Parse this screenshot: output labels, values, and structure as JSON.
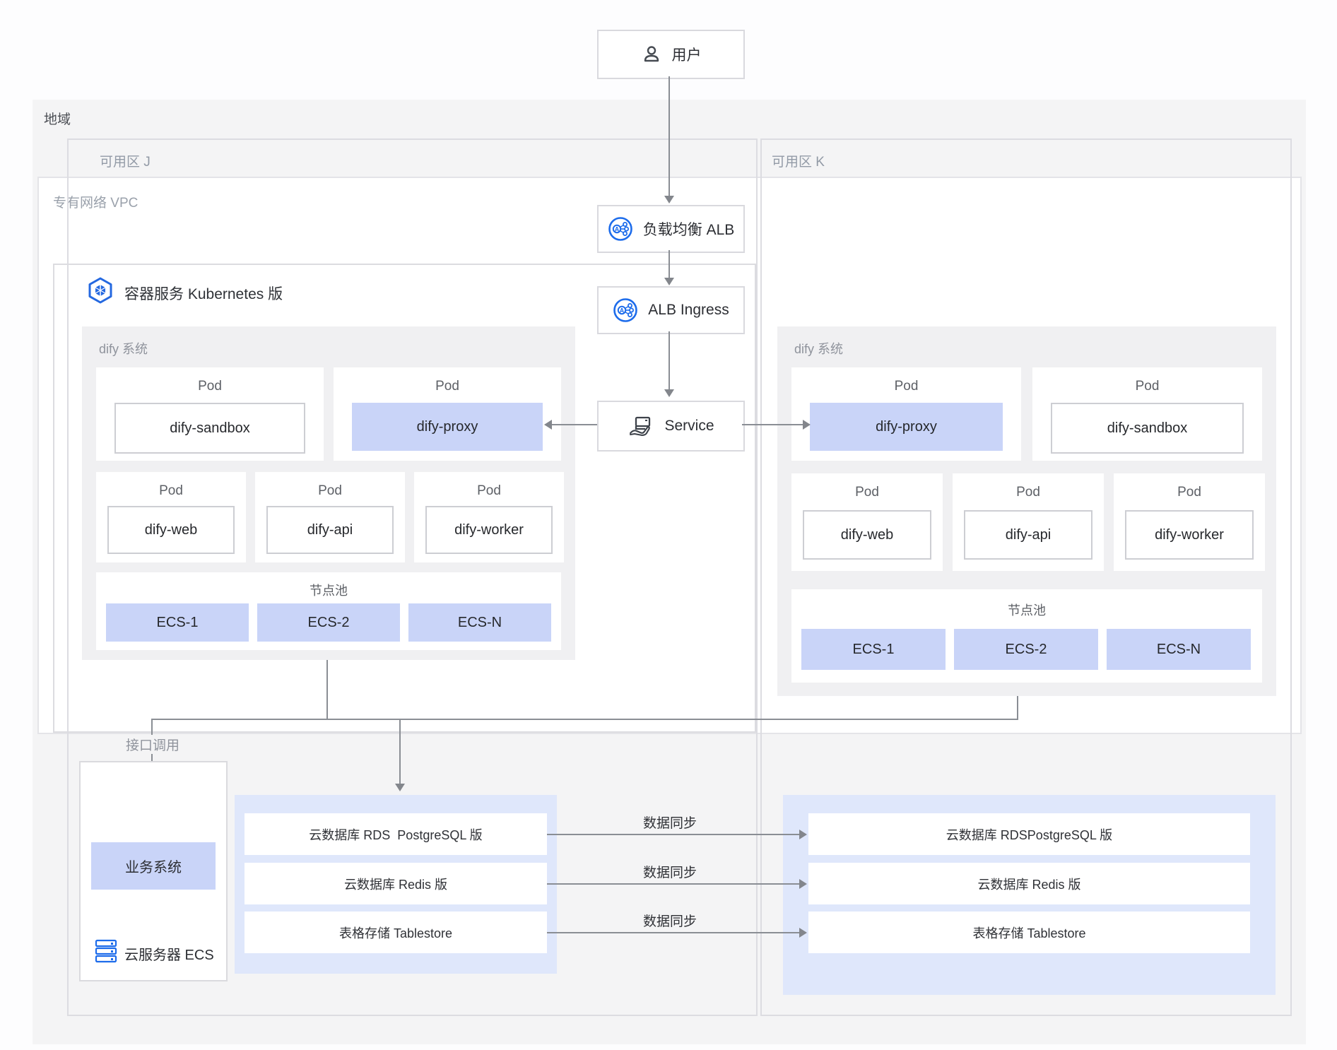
{
  "user": {
    "label": "用户"
  },
  "region": {
    "label": "地域"
  },
  "zone_j": {
    "label": "可用区 J"
  },
  "zone_k": {
    "label": "可用区 K"
  },
  "vpc": {
    "label": "专有网络 VPC"
  },
  "flow": {
    "alb": "负载均衡 ALB",
    "ingress": "ALB Ingress",
    "service": "Service"
  },
  "k8s": {
    "title": "容器服务 Kubernetes 版"
  },
  "panel_j": {
    "label": "dify 系统",
    "pod": "Pod",
    "row1": [
      {
        "name": "dify-sandbox"
      },
      {
        "name": "dify-proxy"
      }
    ],
    "row2": [
      {
        "name": "dify-web"
      },
      {
        "name": "dify-api"
      },
      {
        "name": "dify-worker"
      }
    ],
    "nodepool": {
      "label": "节点池",
      "nodes": [
        "ECS-1",
        "ECS-2",
        "ECS-N"
      ]
    }
  },
  "panel_k": {
    "label": "dify 系统",
    "pod": "Pod",
    "row1": [
      {
        "name": "dify-proxy"
      },
      {
        "name": "dify-sandbox"
      }
    ],
    "row2": [
      {
        "name": "dify-web"
      },
      {
        "name": "dify-api"
      },
      {
        "name": "dify-worker"
      }
    ],
    "nodepool": {
      "label": "节点池",
      "nodes": [
        "ECS-1",
        "ECS-2",
        "ECS-N"
      ]
    }
  },
  "api_call": {
    "label": "接口调用"
  },
  "business": {
    "system": "业务系统",
    "ecs": "云服务器 ECS"
  },
  "db_j": {
    "rows": [
      "云数据库 RDS  PostgreSQL 版",
      "云数据库 Redis 版",
      "表格存储 Tablestore"
    ]
  },
  "db_k": {
    "rows": [
      "云数据库 RDSPostgreSQL 版",
      "云数据库 Redis 版",
      "表格存储 Tablestore"
    ]
  },
  "sync": {
    "label": "数据同步"
  },
  "colors": {
    "accent_blue": "#1d6ceb",
    "lavender": "#c9d4f8",
    "panel_lavender": "#dfe7fb",
    "line": "#8a8e94"
  }
}
